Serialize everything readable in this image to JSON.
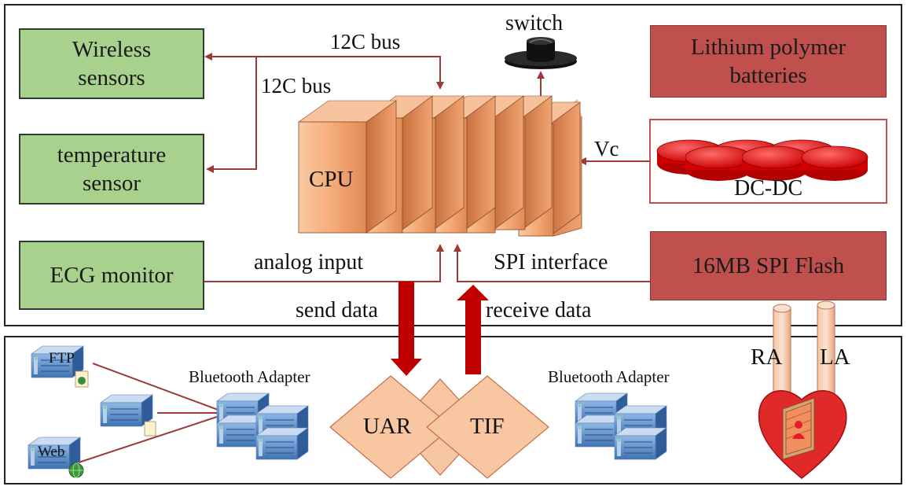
{
  "labels": {
    "wireless_sensors": "Wireless\nsensors",
    "temperature_sensor": "temperature\nsensor",
    "ecg_monitor": "ECG monitor",
    "lithium_batteries": "Lithium polymer\nbatteries",
    "spi_flash": "16MB SPI Flash",
    "dc_dc": "DC-DC",
    "cpu": "CPU",
    "switch": "switch",
    "i2c_bus_top": "12C bus",
    "i2c_bus_side": "12C bus",
    "vc": "Vc",
    "analog_input": "analog input",
    "spi_interface": "SPI interface",
    "send_data": "send data",
    "receive_data": "receive data",
    "bluetooth_left": "Bluetooth Adapter",
    "bluetooth_right": "Bluetooth Adapter",
    "uar": "UAR",
    "tif": "TIF",
    "ftp": "FTP",
    "web": "Web",
    "ra": "RA",
    "la": "LA"
  },
  "colors": {
    "sensor_box": "#a9d18e",
    "power_box": "#c0504d",
    "arrow": "#9b3b36",
    "data_arrow": "#c00000",
    "cpu": "#f4b183",
    "uart": "#f8cba7",
    "heart": "#e02a2a",
    "server": "#4f86c6"
  },
  "icons": {
    "server": "server-icon",
    "switch": "switch-icon",
    "heart": "heart-icon",
    "globe": "globe-icon",
    "document": "document-icon"
  }
}
